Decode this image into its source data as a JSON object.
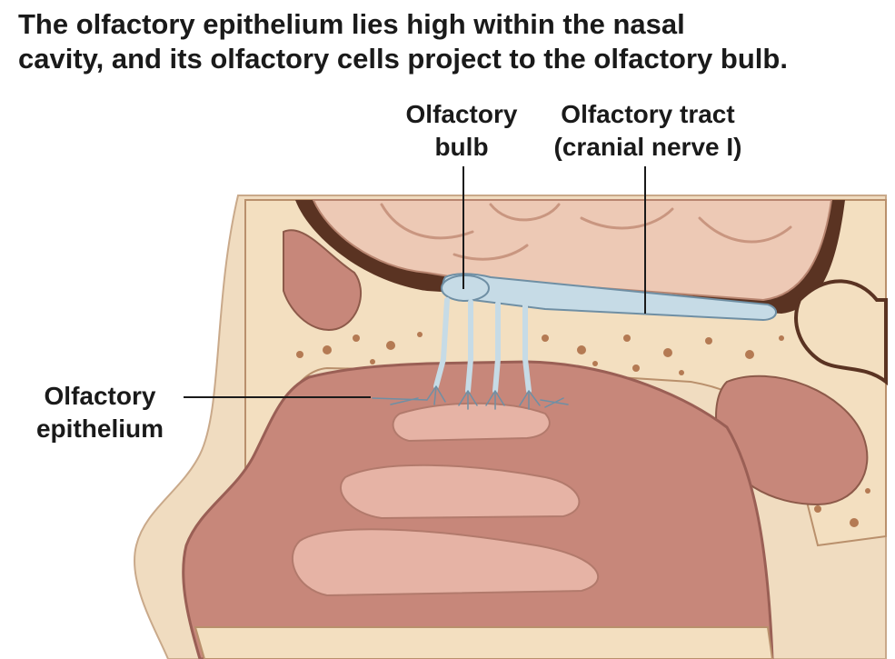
{
  "caption": {
    "line1": "The olfactory epithelium lies high within the nasal",
    "line2": "cavity, and its olfactory cells project to the olfactory bulb."
  },
  "labels": {
    "olfactory_bulb": {
      "line1": "Olfactory",
      "line2": "bulb"
    },
    "olfactory_tract": {
      "line1": "Olfactory tract",
      "line2": "(cranial nerve I)"
    },
    "olfactory_epithelium": {
      "line1": "Olfactory",
      "line2": "epithelium"
    }
  },
  "colors": {
    "brain": "#edc9b5",
    "brain_shadow": "#c99680",
    "bone": "#f3dfc0",
    "bone_dot": "#b47a53",
    "cavity": "#c7877a",
    "cavity_dark": "#9a5f55",
    "turbinate": "#e6b3a5",
    "nerve": "#c6dbe6",
    "nerve_dark": "#6f8fa4",
    "dura": "#5a3322",
    "skin": "#f0dcc0"
  }
}
